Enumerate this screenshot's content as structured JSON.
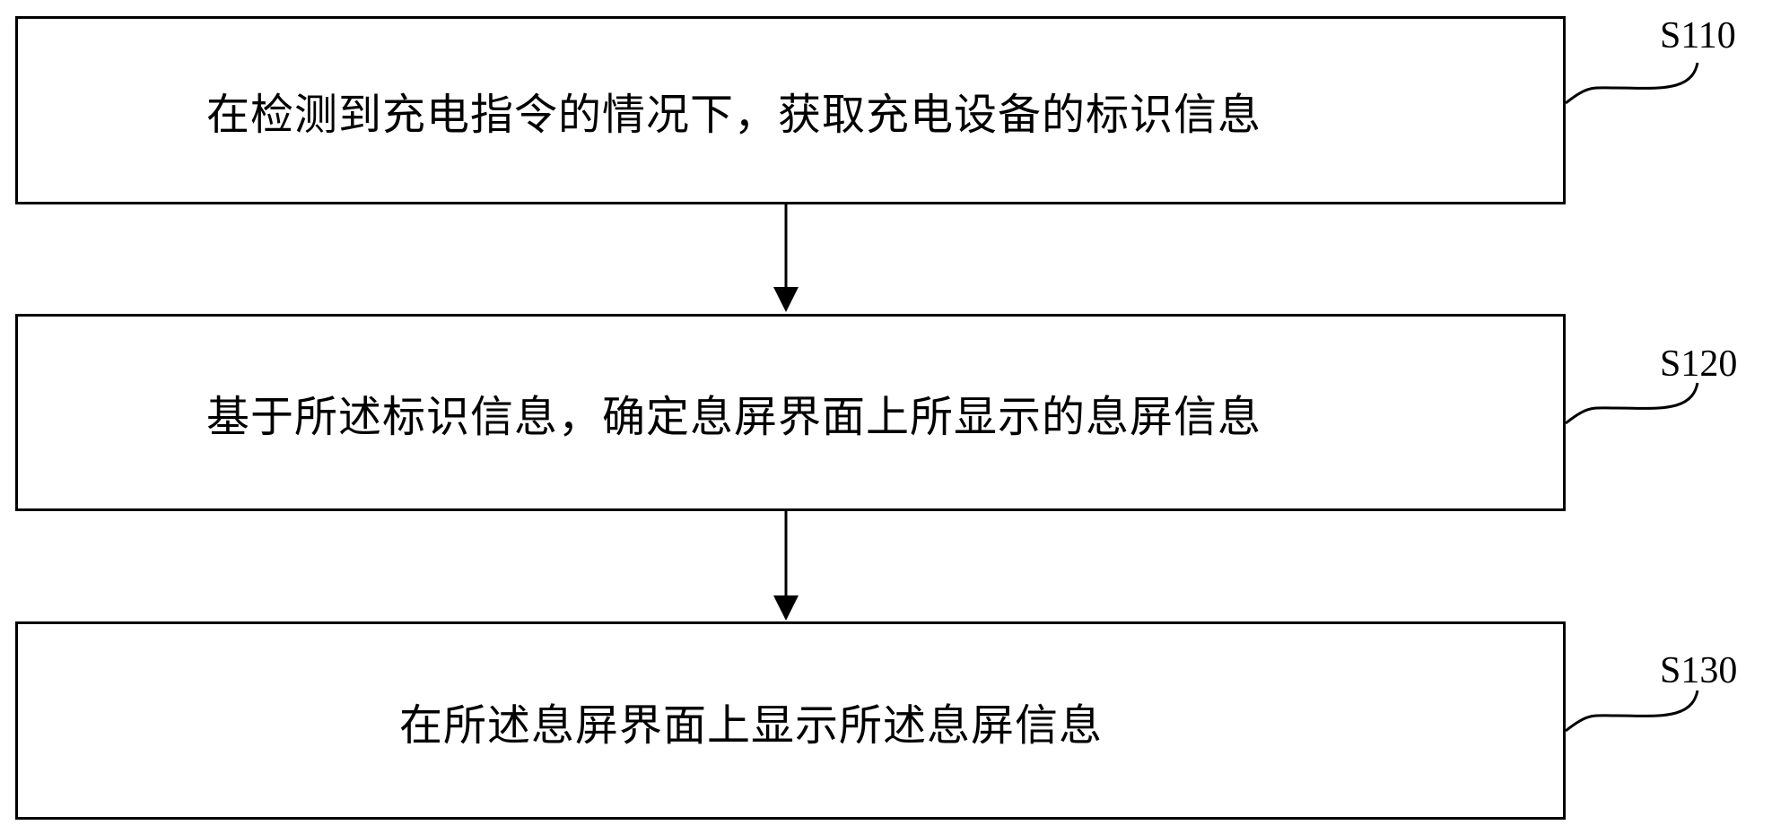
{
  "flowchart": {
    "steps": [
      {
        "id": "S110",
        "label": "S110",
        "text": "在检测到充电指令的情况下，获取充电设备的标识信息"
      },
      {
        "id": "S120",
        "label": "S120",
        "text": "基于所述标识信息，确定息屏界面上所显示的息屏信息"
      },
      {
        "id": "S130",
        "label": "S130",
        "text": "在所述息屏界面上显示所述息屏信息"
      }
    ],
    "colors": {
      "stroke": "#000000",
      "background": "#ffffff"
    }
  }
}
